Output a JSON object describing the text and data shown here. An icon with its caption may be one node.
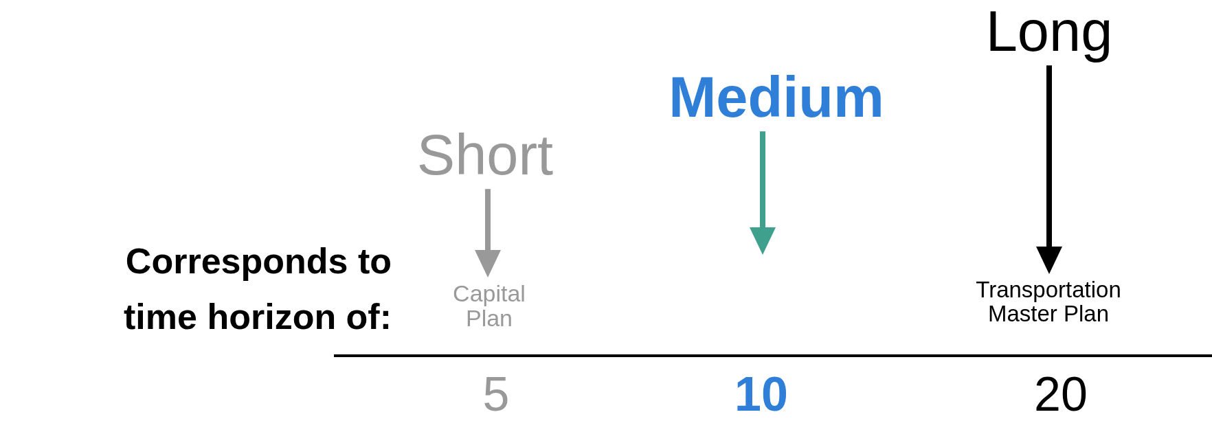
{
  "diagram": {
    "nodes": [
      {
        "text": [
          "Short"
        ]
      },
      {
        "text": [
          "Capital Plan"
        ]
      },
      {
        "text": [
          "Medium"
        ]
      },
      {
        "text": [
          "Long"
        ]
      },
      {
        "text": [
          "Transportation Master Plan"
        ]
      }
    ],
    "edges": [
      {
        "from": 0,
        "to": 1,
        "arrow": "to",
        "color": "#999999"
      },
      {
        "from": 2,
        "to": null,
        "arrow": "to",
        "color": "#3fa08e"
      },
      {
        "from": 3,
        "to": 4,
        "arrow": "to",
        "color": "#000000"
      }
    ],
    "labels": [
      "Corresponds to time horizon of:",
      "5",
      "10",
      "20"
    ]
  }
}
